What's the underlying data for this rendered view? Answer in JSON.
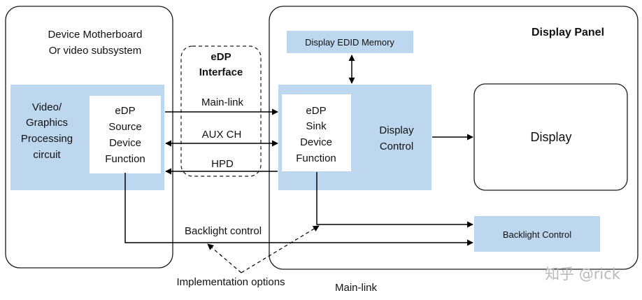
{
  "motherboard": {
    "title_line1": "Device Motherboard",
    "title_line2": "Or video subsystem"
  },
  "interface": {
    "title_line1": "eDP",
    "title_line2": "Interface"
  },
  "display_panel": {
    "title": "Display Panel"
  },
  "video_graphics": {
    "line1": "Video/",
    "line2": "Graphics",
    "line3": "Processing",
    "line4": "circuit"
  },
  "source_function": {
    "line1": "eDP",
    "line2": "Source",
    "line3": "Device",
    "line4": "Function"
  },
  "sink_function": {
    "line1": "eDP",
    "line2": "Sink",
    "line3": "Device",
    "line4": "Function"
  },
  "display_control": {
    "line1": "Display",
    "line2": "Control"
  },
  "edid": {
    "label": "Display EDID Memory"
  },
  "display": {
    "label": "Display"
  },
  "backlight_block": {
    "label": "Backlight Control"
  },
  "links": {
    "main_link": "Main-link",
    "aux": "AUX CH",
    "hpd": "HPD",
    "backlight_control": "Backlight control",
    "implementation_options": "Implementation options",
    "main_link_bottom": "Main-link"
  },
  "watermark": "知乎 @rick",
  "colors": {
    "block_fill": "#bdd7ee",
    "line": "#000000",
    "border": "#1a1a1a",
    "watermark": "#b9b9b9"
  }
}
